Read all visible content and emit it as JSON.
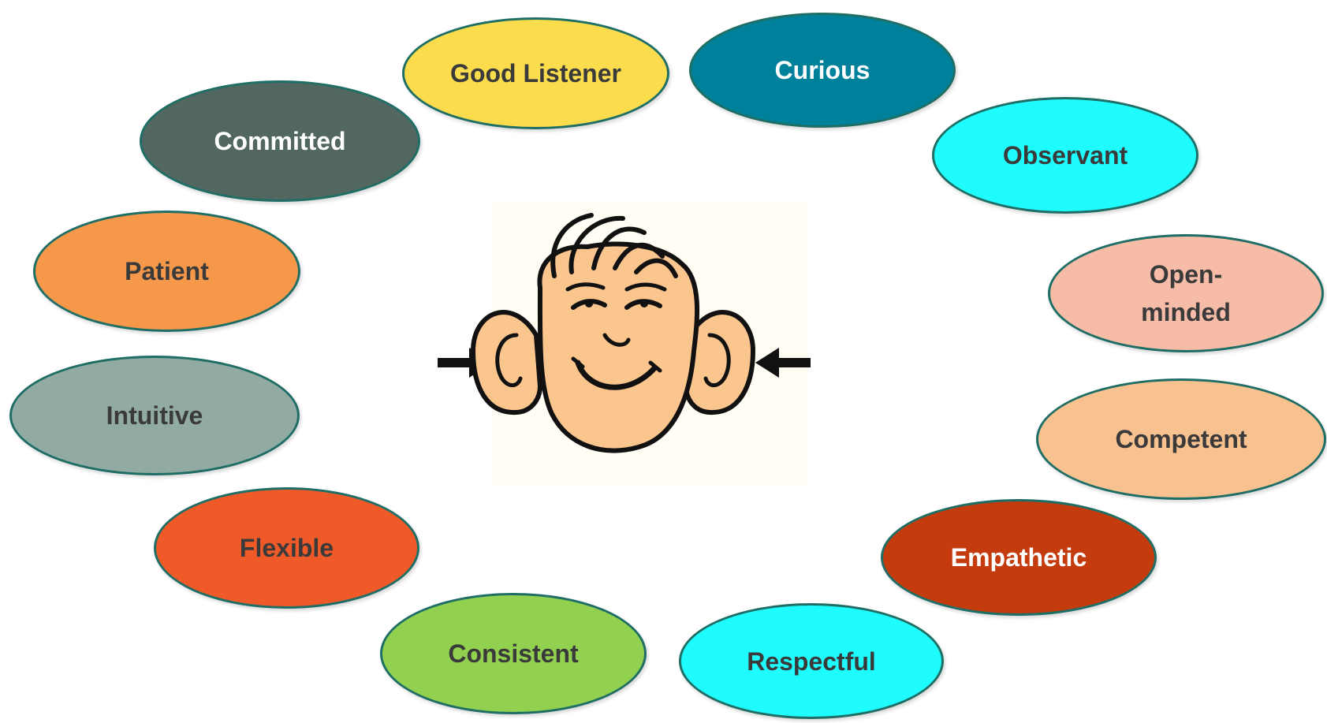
{
  "traits": {
    "good_listener": {
      "label": "Good Listener",
      "fill": "#fadc4d",
      "text_color": "#3a3a3a"
    },
    "curious": {
      "label": "Curious",
      "fill": "#00819b",
      "text_color": "#ffffff"
    },
    "committed": {
      "label": "Committed",
      "fill": "#51675f",
      "text_color": "#ffffff"
    },
    "observant": {
      "label": "Observant",
      "fill": "#1ffcfd",
      "text_color": "#3a3a3a"
    },
    "patient": {
      "label": "Patient",
      "fill": "#f5984a",
      "text_color": "#3a3a3a"
    },
    "open_minded": {
      "label": "Open-minded",
      "fill": "#f7bca8",
      "text_color": "#3a3a3a"
    },
    "intuitive": {
      "label": "Intuitive",
      "fill": "#91aba3",
      "text_color": "#3a3a3a"
    },
    "competent": {
      "label": "Competent",
      "fill": "#f7c190",
      "text_color": "#3a3a3a"
    },
    "flexible": {
      "label": "Flexible",
      "fill": "#f05a28",
      "text_color": "#3a3a3a"
    },
    "empathetic": {
      "label": "Empathetic",
      "fill": "#c43b0e",
      "text_color": "#ffffff"
    },
    "consistent": {
      "label": "Consistent",
      "fill": "#92d050",
      "text_color": "#3a3a3a"
    },
    "respectful": {
      "label": "Respectful",
      "fill": "#1ffcfd",
      "text_color": "#3a3a3a"
    }
  },
  "center_illustration": {
    "icon": "listening-face-icon",
    "skin_color": "#fbc58e",
    "outline_color": "#111111"
  }
}
